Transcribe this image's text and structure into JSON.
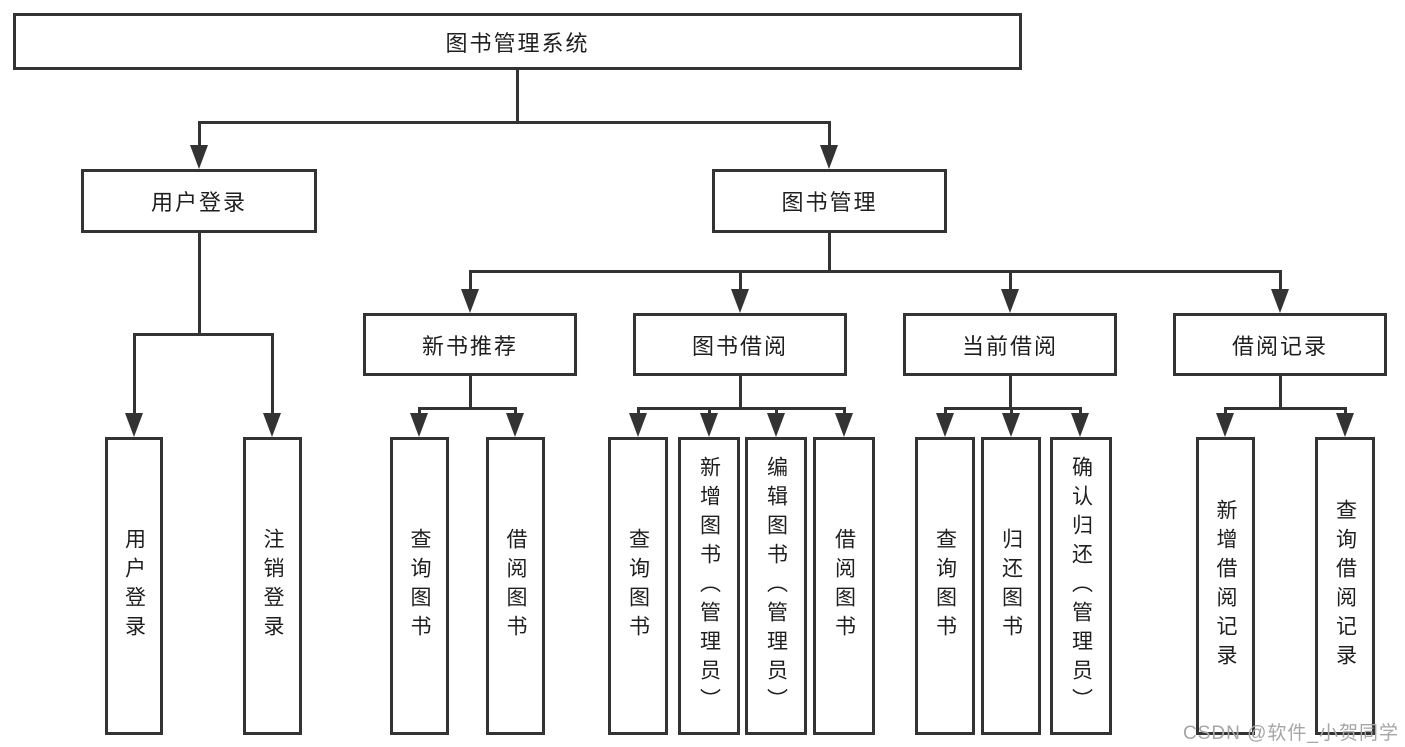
{
  "nodes": {
    "root": {
      "label": "图书管理系统"
    },
    "user_login": {
      "label": "用户登录"
    },
    "book_mgmt": {
      "label": "图书管理"
    },
    "new_book_rec": {
      "label": "新书推荐"
    },
    "book_borrow": {
      "label": "图书借阅"
    },
    "current_borrow": {
      "label": "当前借阅"
    },
    "borrow_record": {
      "label": "借阅记录"
    }
  },
  "leaves": [
    {
      "group": "用户登录",
      "label": "用户登录"
    },
    {
      "group": "用户登录",
      "label": "注销登录"
    },
    {
      "group": "新书推荐",
      "label": "查询图书"
    },
    {
      "group": "新书推荐",
      "label": "借阅图书"
    },
    {
      "group": "图书借阅",
      "label": "查询图书"
    },
    {
      "group": "图书借阅",
      "label": "新增图书（管理员）"
    },
    {
      "group": "图书借阅",
      "label": "编辑图书（管理员）"
    },
    {
      "group": "图书借阅",
      "label": "借阅图书"
    },
    {
      "group": "当前借阅",
      "label": "查询图书"
    },
    {
      "group": "当前借阅",
      "label": "归还图书"
    },
    {
      "group": "当前借阅",
      "label": "确认归还（管理员）"
    },
    {
      "group": "借阅记录",
      "label": "新增借阅记录"
    },
    {
      "group": "借阅记录",
      "label": "查询借阅记录"
    }
  ],
  "watermark": {
    "text": "CSDN @软件_小贺同学"
  },
  "colors": {
    "line": "#333333",
    "text": "#1f1f1f",
    "watermark": "#a6a6a6",
    "background": "#ffffff"
  }
}
